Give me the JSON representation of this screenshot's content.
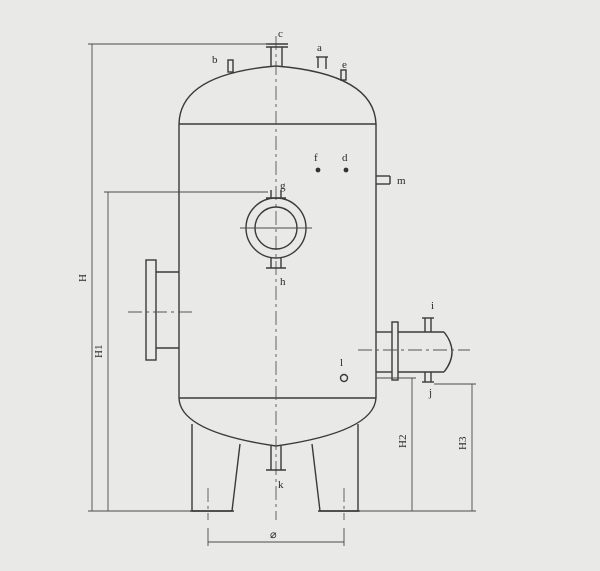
{
  "labels": {
    "a": "a",
    "b": "b",
    "c": "c",
    "e": "e",
    "f": "f",
    "d": "d",
    "m": "m",
    "g": "g",
    "h": "h",
    "i": "i",
    "j": "j",
    "l": "l",
    "k": "k"
  },
  "dimensions": {
    "H": "H",
    "H1": "H1",
    "H2": "H2",
    "H3": "H3",
    "diameter": "⌀"
  },
  "colors": {
    "background": "#e9e9e7",
    "line": "#3a3a3a"
  }
}
